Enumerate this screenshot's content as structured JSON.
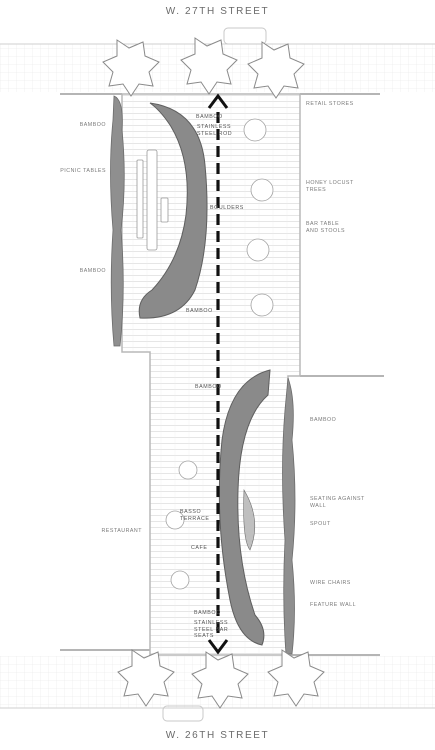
{
  "streets": {
    "north": "W. 27TH STREET",
    "south": "W. 26TH STREET"
  },
  "labels_left": {
    "bamboo_top": "BAMBOO",
    "picnic_tables": "PICNIC TABLES",
    "bamboo_mid": "BAMBOO",
    "restaurant": "RESTAURANT"
  },
  "labels_right": {
    "retail_stores": "RETAIL STORES",
    "honey_locust": "HONEY LOCUST\nTREES",
    "bar_table": "BAR TABLE\nAND STOOLS",
    "bamboo": "BAMBOO",
    "seating_wall": "SEATING AGAINST\nWALL",
    "spout": "SPOUT",
    "wire_chairs": "WIRE CHAIRS",
    "feature_wall": "FEATURE WALL"
  },
  "labels_inside": {
    "bamboo_1": "BAMBOO",
    "stainless_rod": "STAINLESS\nSTEEL ROD",
    "boulders": "BOULDERS",
    "bamboo_2": "BAMBOO",
    "bamboo_3": "BAMBOO",
    "basso_terrace": "BASSO\nTERRACE",
    "cafe": "CAFE",
    "bamboo_4": "BAMBOO",
    "stainless_seats": "STAINLESS\nSTEEL BAR\nSEATS"
  },
  "colors": {
    "planting": "#8f8f8f",
    "planting_dark": "#6b6b6b",
    "paving_line": "#d9d9d9",
    "wall": "#b5b5b5",
    "arrow": "#111111"
  },
  "arrow": {
    "direction": "bidirectional-vertical",
    "style": "dashed"
  }
}
